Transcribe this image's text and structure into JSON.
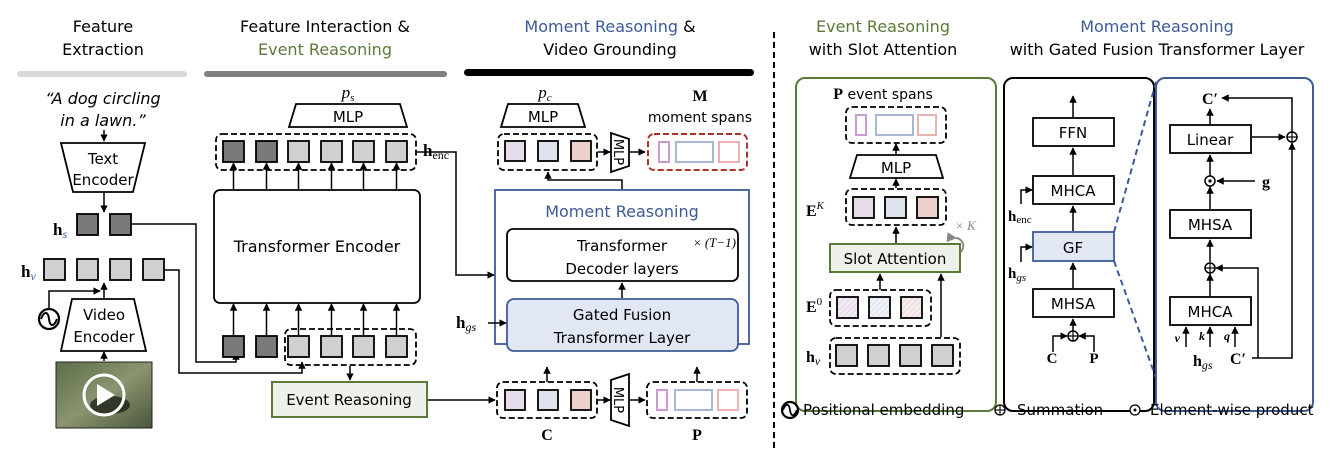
{
  "colors": {
    "green": "#5b7a3a",
    "blue": "#3d5a99",
    "red": "#b03030",
    "dark_token": "#7a7a7a",
    "light_token": "#d0d0d0",
    "purple_token": "#e6dbe9",
    "blue_token": "#dde2ec",
    "pink_token": "#ebd0cc",
    "purple_span": "#c99ccf",
    "blue_span": "#a9b6d6",
    "pink_span": "#e8b4b0",
    "gf_fill": "#e1e7f3",
    "er_fill": "#eef1ea"
  },
  "headers": {
    "feature_extraction": [
      "Feature",
      "Extraction"
    ],
    "feature_interaction": [
      "Feature Interaction &",
      "Event Reasoning"
    ],
    "feature_interaction_green": "Event Reasoning",
    "moment_video": [
      "Moment Reasoning",
      " &",
      "Video Grounding"
    ],
    "event_slot": [
      "Event Reasoning",
      "with Slot Attention"
    ],
    "moment_gated": [
      "Moment Reasoning",
      "with Gated Fusion Transformer Layer"
    ]
  },
  "extraction": {
    "query": [
      "“A dog circling",
      "in a lawn.”"
    ],
    "text_encoder": [
      "Text",
      "Encoder"
    ],
    "video_encoder": [
      "Video",
      "Encoder"
    ],
    "hs": "h",
    "hs_sub": "s",
    "hv": "h",
    "hv_sub": "v"
  },
  "interaction": {
    "ps": "p",
    "ps_sub": "s",
    "mlp": "MLP",
    "henc": "h",
    "henc_sub": "enc",
    "encoder": "Transformer Encoder",
    "event_reasoning": "Event Reasoning"
  },
  "moment": {
    "pc": "p",
    "pc_sub": "c",
    "mlp": "MLP",
    "mlp_vertical": "MLP",
    "M": "M",
    "moment_spans": "moment spans",
    "box_title": "Moment Reasoning",
    "decoder": [
      "Transformer",
      "Decoder layers"
    ],
    "repeat": "× (T−1)",
    "gated": [
      "Gated Fusion",
      "Transformer Layer"
    ],
    "hgs": "h",
    "hgs_sub": "gs",
    "C": "C",
    "P": "P"
  },
  "slot": {
    "P": "P",
    "event_spans": " event spans",
    "mlp": "MLP",
    "EK": "E",
    "EK_sup": "K",
    "slot_attention": "Slot Attention",
    "repeat": "× K",
    "E0": "E",
    "E0_sup": "0",
    "hv": "h",
    "hv_sub": "v"
  },
  "gated_layer": {
    "ffn": "FFN",
    "mhca": "MHCA",
    "gf": "GF",
    "mhsa": "MHSA",
    "henc": "h",
    "henc_sub": "enc",
    "hgs": "h",
    "hgs_sub": "gs",
    "C": "C",
    "P": "P"
  },
  "gf_detail": {
    "c_prime": "C′",
    "linear": "Linear",
    "g": "g",
    "mhsa": "MHSA",
    "mhca": "MHCA",
    "v": "v",
    "k": "k",
    "q": "q",
    "hgs": "h",
    "hgs_sub": "gs",
    "c_prime_in": "C′"
  },
  "legend": {
    "positional": "Positional embedding",
    "summation": "Summation",
    "elementwise": "Element-wise product"
  }
}
